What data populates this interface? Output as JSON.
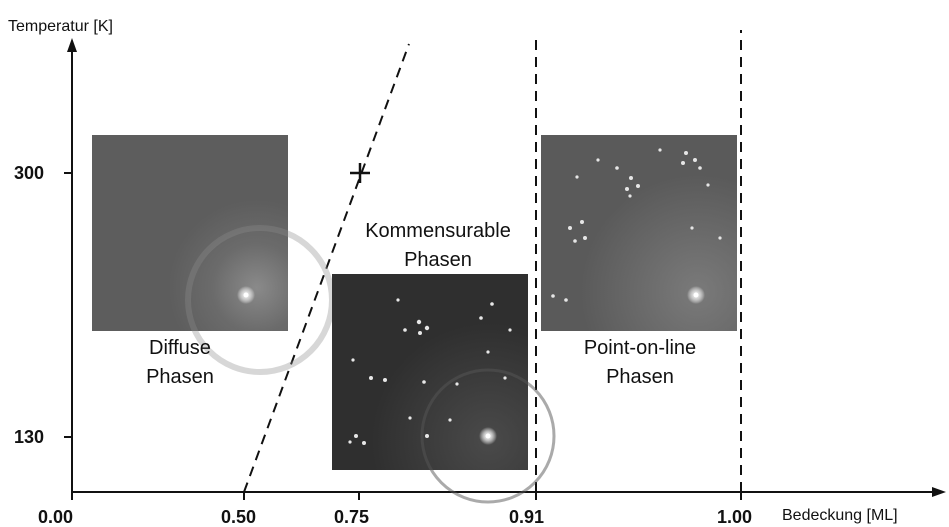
{
  "diagram": {
    "y_axis_title": "Temperatur [K]",
    "x_axis_title": "Bedeckung [ML]",
    "y_ticks": [
      "300",
      "130"
    ],
    "x_ticks": [
      "0.00",
      "0.50",
      "0.75",
      "0.91",
      "1.00"
    ],
    "regions": [
      {
        "lines": [
          "Diffuse",
          "Phasen"
        ]
      },
      {
        "lines": [
          "Kommensurable",
          "Phasen"
        ]
      },
      {
        "lines": [
          "Point-on-line",
          "Phasen"
        ]
      }
    ]
  },
  "chart_data": {
    "type": "diagram",
    "xlabel": "Bedeckung [ML]",
    "ylabel": "Temperatur [K]",
    "x_ticks": [
      0.0,
      0.5,
      0.75,
      0.91,
      1.0
    ],
    "y_ticks": [
      130,
      300
    ],
    "boundaries": [
      {
        "style": "dashed",
        "description": "diagonal boundary",
        "passes_through": [
          [
            0.5,
            0
          ],
          [
            0.75,
            300
          ]
        ]
      },
      {
        "style": "dashed",
        "description": "vertical boundary",
        "x": 0.91
      },
      {
        "style": "dashed",
        "description": "vertical boundary",
        "x": 1.0
      }
    ],
    "marker": {
      "symbol": "+",
      "x": 0.75,
      "y": 300
    }
  }
}
